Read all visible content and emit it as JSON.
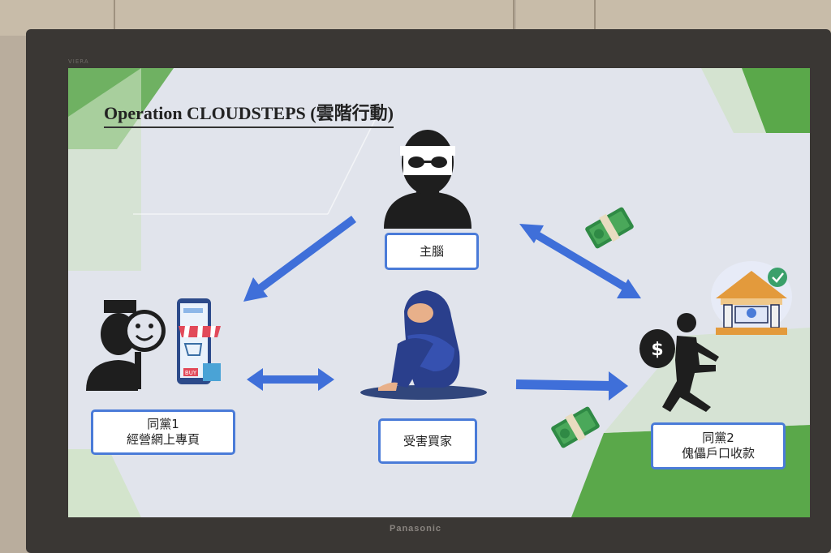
{
  "slide": {
    "title": "Operation CLOUDSTEPS (雲階行動)",
    "nodes": {
      "mastermind": {
        "label": "主腦"
      },
      "accomplice1": {
        "line1": "同黨1",
        "line2": "經營網上專頁"
      },
      "victim": {
        "label": "受害買家"
      },
      "accomplice2": {
        "line1": "同黨2",
        "line2": "傀儡戶口收款"
      }
    },
    "icons": {
      "mastermind": "masked-thief-icon",
      "accomplice1": "person-with-smiley-icon",
      "shop": "mobile-shop-icon",
      "victim": "crying-person-icon",
      "bank": "bank-icon",
      "runner": "running-thief-with-money-bag-icon",
      "money_top": "cash-icon",
      "money_bottom": "cash-icon"
    },
    "shop_button_text": "BUY",
    "colors": {
      "arrow": "#3f6fd9",
      "box_border": "#4a7bd8",
      "accent_green": "#4fa24a",
      "background": "#e1e4ec"
    }
  },
  "tv": {
    "brand": "Panasonic",
    "brand_top": "VIERA"
  }
}
